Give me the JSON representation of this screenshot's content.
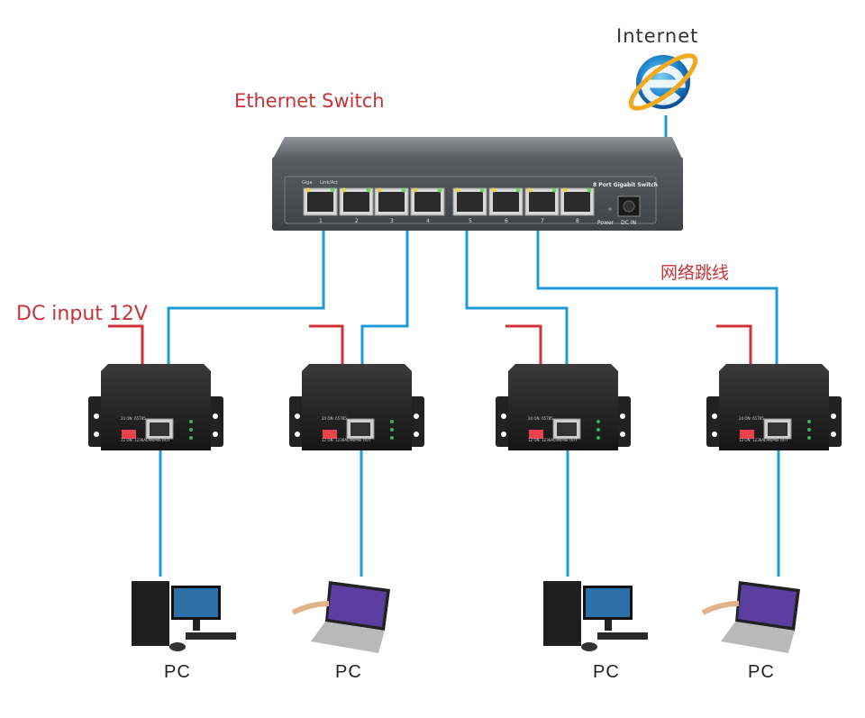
{
  "title_internet": "Internet",
  "title_switch": "Ethernet Switch",
  "dc_input_label": "DC input 12V",
  "patch_cable_label": "网络跳线",
  "switch": {
    "model_label": "8 Port Gigabit  Switch",
    "giga_label": "Giga",
    "link_label": "Link/Act",
    "power_label": "Power",
    "dc_in_label": "DC IN",
    "ports": [
      "1",
      "2",
      "3",
      "4",
      "5",
      "6",
      "7",
      "8"
    ]
  },
  "extender": {
    "dip_top": "24 ON: 65785",
    "dip_bottom": "12 ON: 1236A",
    "port_label": "LAN/PoE OUT"
  },
  "devices": [
    {
      "label": "PC",
      "type": "desktop"
    },
    {
      "label": "PC",
      "type": "laptop"
    },
    {
      "label": "PC",
      "type": "desktop"
    },
    {
      "label": "PC",
      "type": "laptop"
    }
  ],
  "colors": {
    "cable_blue": "#1e9ad6",
    "power_red": "#d0323a",
    "text_red": "#c8333a"
  }
}
